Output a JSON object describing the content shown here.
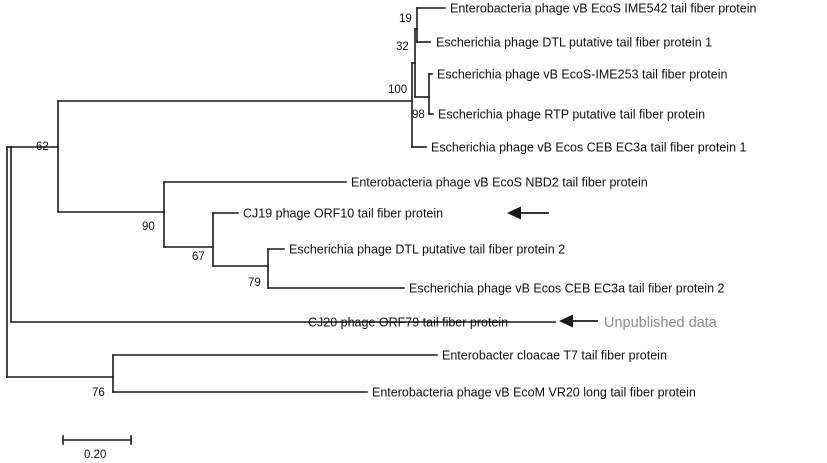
{
  "tree": {
    "leaves": [
      "Enterobacteria phage vB EcoS IME542 tail fiber protein",
      "Escherichia phage DTL putative tail fiber protein 1",
      "Escherichia phage vB EcoS-IME253 tail fiber protein",
      "Escherichia phage RTP putative tail fiber protein",
      "Escherichia phage vB Ecos CEB EC3a tail fiber protein 1",
      "Enterobacteria phage vB EcoS NBD2 tail fiber protein",
      "CJ19 phage ORF10 tail fiber protein",
      "Escherichia phage DTL putative tail fiber protein 2",
      "Escherichia phage vB Ecos CEB EC3a tail fiber protein 2",
      "CJ20 phage ORF79 tail fiber protein",
      "Enterobacter cloacae T7 tail fiber protein",
      "Enterobacteria phage vB EcoM VR20 long tail fiber protein"
    ],
    "bootstrap": [
      "19",
      "32",
      "100",
      "98",
      "62",
      "90",
      "67",
      "79",
      "76"
    ],
    "highlighted_leaves": [
      6,
      9
    ],
    "annotation": "Unpublished data",
    "scale_bar": "0.20"
  }
}
